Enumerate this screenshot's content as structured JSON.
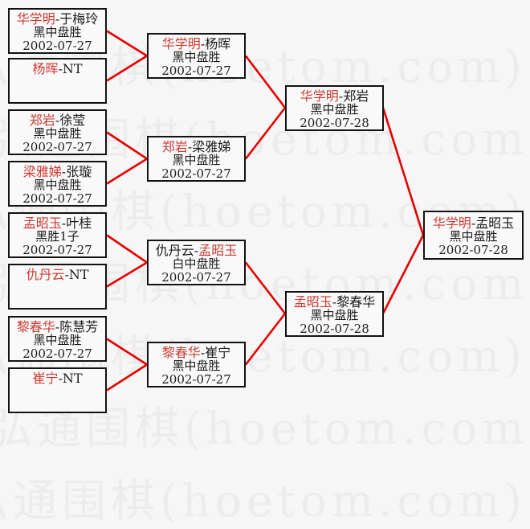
{
  "watermark": {
    "text": "弘通围棋(hoetom.com)"
  },
  "separator": "-",
  "colors": {
    "connector_red": "#e60000",
    "winner_red": "#cc3b33"
  },
  "matches": [
    {
      "p1": "华学明",
      "p2": "于梅玲",
      "result": "黑中盘胜",
      "date": "2002-07-27",
      "winner": 1
    },
    {
      "p1": "杨晖",
      "p2": "NT",
      "result": "",
      "date": "",
      "winner": 1
    },
    {
      "p1": "郑岩",
      "p2": "徐莹",
      "result": "黑中盘胜",
      "date": "2002-07-27",
      "winner": 1
    },
    {
      "p1": "梁雅娣",
      "p2": "张璇",
      "result": "黑中盘胜",
      "date": "2002-07-27",
      "winner": 1
    },
    {
      "p1": "孟昭玉",
      "p2": "叶桂",
      "result": "黑胜1子",
      "date": "2002-07-27",
      "winner": 1
    },
    {
      "p1": "仇丹云",
      "p2": "NT",
      "result": "",
      "date": "",
      "winner": 1
    },
    {
      "p1": "黎春华",
      "p2": "陈慧芳",
      "result": "黑中盘胜",
      "date": "2002-07-27",
      "winner": 1
    },
    {
      "p1": "崔宁",
      "p2": "NT",
      "result": "",
      "date": "",
      "winner": 1
    },
    {
      "p1": "华学明",
      "p2": "杨晖",
      "result": "黑中盘胜",
      "date": "2002-07-27",
      "winner": 1
    },
    {
      "p1": "郑岩",
      "p2": "梁雅娣",
      "result": "黑中盘胜",
      "date": "2002-07-27",
      "winner": 1
    },
    {
      "p1": "仇丹云",
      "p2": "孟昭玉",
      "result": "白中盘胜",
      "date": "2002-07-27",
      "winner": 2
    },
    {
      "p1": "黎春华",
      "p2": "崔宁",
      "result": "黑中盘胜",
      "date": "2002-07-27",
      "winner": 1
    },
    {
      "p1": "华学明",
      "p2": "郑岩",
      "result": "黑中盘胜",
      "date": "2002-07-28",
      "winner": 1
    },
    {
      "p1": "孟昭玉",
      "p2": "黎春华",
      "result": "黑中盘胜",
      "date": "2002-07-28",
      "winner": 1
    },
    {
      "p1": "华学明",
      "p2": "孟昭玉",
      "result": "黑中盘胜",
      "date": "2002-07-28",
      "winner": 1
    }
  ]
}
